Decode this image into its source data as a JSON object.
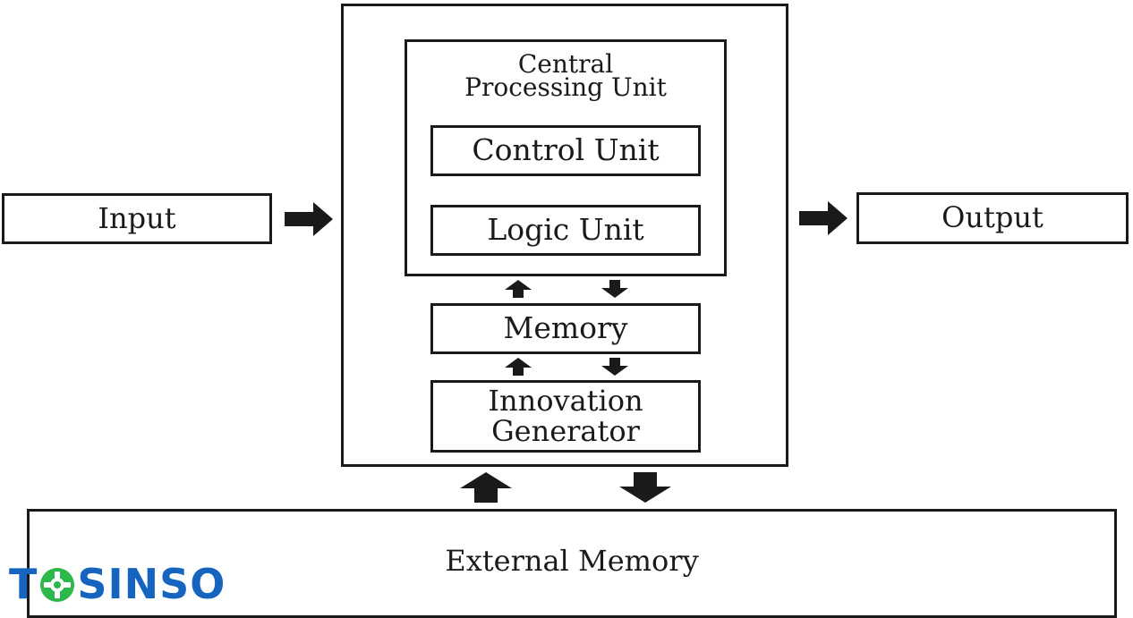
{
  "diagram": {
    "input_label": "Input",
    "output_label": "Output",
    "cpu": {
      "title_line1": "Central",
      "title_line2": "Processing Unit",
      "control_unit": "Control Unit",
      "logic_unit": "Logic Unit"
    },
    "memory_label": "Memory",
    "innovation_line1": "Innovation",
    "innovation_line2": "Generator",
    "external_memory_label": "External Memory"
  },
  "logo": {
    "prefix": "T",
    "suffix": "SINSO",
    "colors": {
      "primary": "#1565c0",
      "accent": "#2db84b"
    }
  }
}
